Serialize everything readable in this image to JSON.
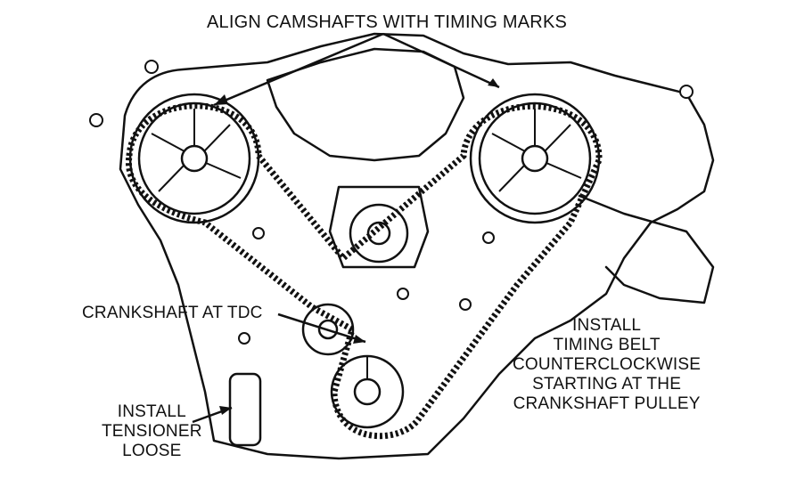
{
  "diagram": {
    "title": "ALIGN CAMSHAFTS WITH TIMING MARKS",
    "callouts": {
      "crankshaft": "CRANKSHAFT AT TDC",
      "tensioner": [
        "INSTALL",
        "TENSIONER",
        "LOOSE"
      ],
      "belt": [
        "INSTALL",
        "TIMING BELT",
        "COUNTERCLOCKWISE",
        "STARTING AT THE",
        "CRANKSHAFT PULLEY"
      ]
    }
  },
  "colors": {
    "ink": "#111111",
    "background": "#ffffff"
  }
}
